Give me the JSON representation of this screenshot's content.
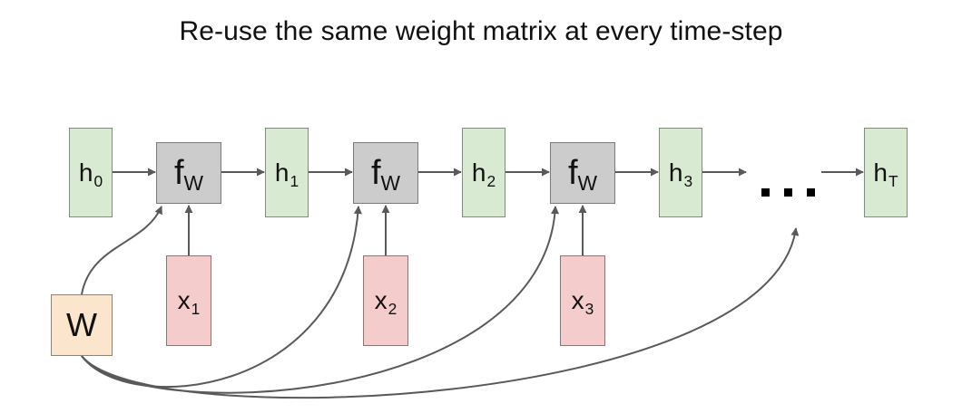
{
  "title": "Re-use the same weight matrix at every time-step",
  "hidden_states": [
    {
      "base": "h",
      "sub": "0"
    },
    {
      "base": "h",
      "sub": "1"
    },
    {
      "base": "h",
      "sub": "2"
    },
    {
      "base": "h",
      "sub": "3"
    },
    {
      "base": "h",
      "sub": "T"
    }
  ],
  "functions": [
    {
      "base": "f",
      "sub": "W"
    },
    {
      "base": "f",
      "sub": "W"
    },
    {
      "base": "f",
      "sub": "W"
    }
  ],
  "inputs": [
    {
      "base": "x",
      "sub": "1"
    },
    {
      "base": "x",
      "sub": "2"
    },
    {
      "base": "x",
      "sub": "3"
    }
  ],
  "weight": {
    "label": "W"
  },
  "colors": {
    "hidden": "#d9ead3",
    "function": "#cccccc",
    "input": "#f4cccc",
    "weight": "#fce5cd",
    "arrow": "#595959"
  }
}
